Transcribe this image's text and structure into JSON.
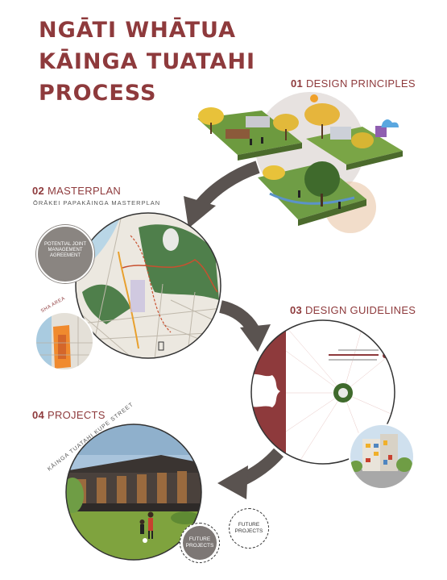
{
  "title": {
    "line1": "NGĀTI WHĀTUA",
    "line2": "KĀINGA TUATAHI",
    "line3": "PROCESS"
  },
  "steps": [
    {
      "number": "01",
      "label": "DESIGN PRINCIPLES"
    },
    {
      "number": "02",
      "label": "MASTERPLAN",
      "subtitle": "ŌRĀKEI PAPAKĀINGA MASTERPLAN"
    },
    {
      "number": "03",
      "label": "DESIGN GUIDELINES"
    },
    {
      "number": "04",
      "label": "PROJECTS",
      "subtitle": "KĀINGA TUATAHI KUPE STREET"
    }
  ],
  "masterplan": {
    "badge": [
      "POTENTIAL JOINT",
      "MANAGEMENT",
      "AGREEMENT"
    ],
    "sha_label": "SHA AREA"
  },
  "future_projects": [
    "FUTURE",
    "PROJECTS"
  ],
  "colors": {
    "brand": "#8e3a3c",
    "arrow": "#5a5350",
    "park_green": "#4f7f4b",
    "grass": "#7fa33e"
  }
}
